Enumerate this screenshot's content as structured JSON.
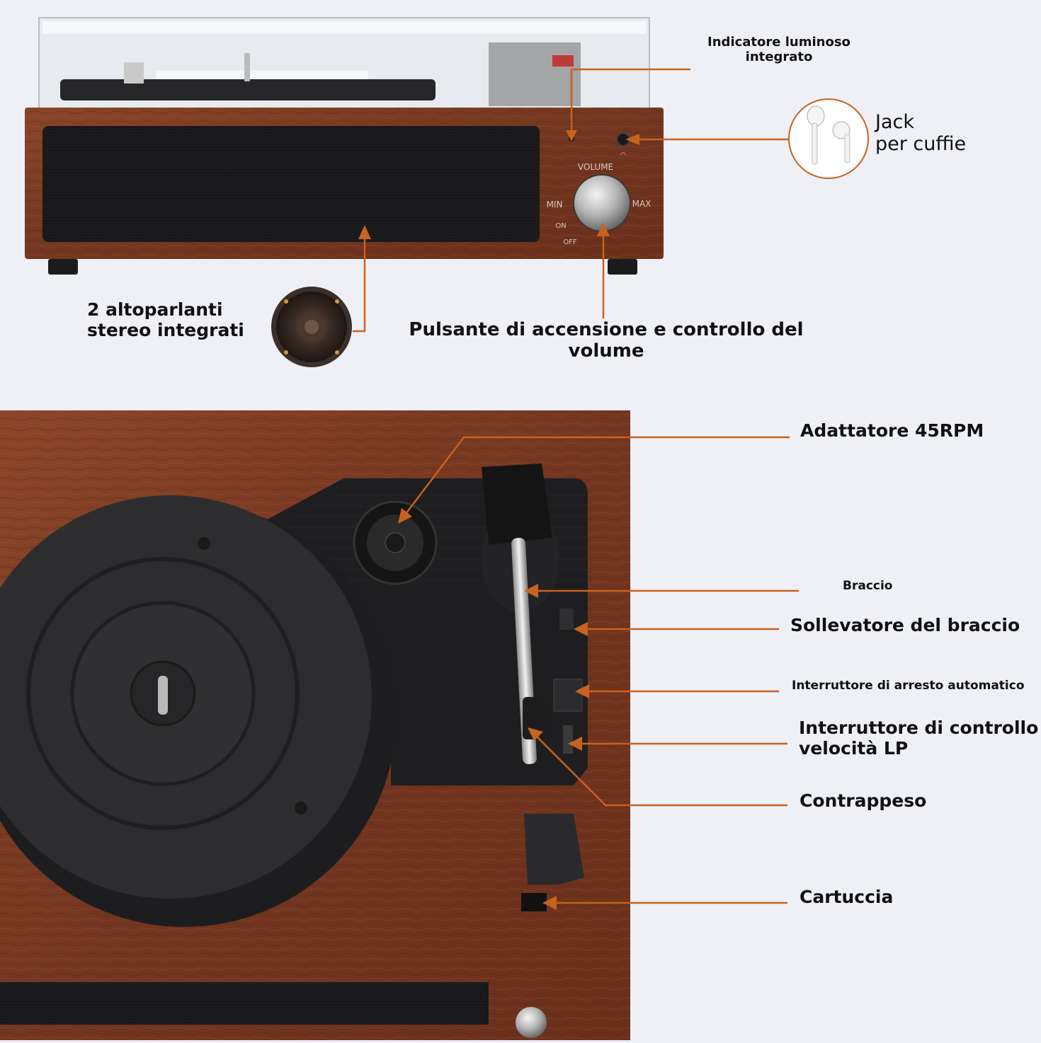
{
  "device_panel": {
    "volume_label": "VOLUME",
    "min_label": "MIN",
    "max_label": "MAX",
    "on_label": "ON",
    "off_label": "OFF"
  },
  "callouts": {
    "indicator": "Indicatore luminoso\nintegrato",
    "headphone": "Jack\nper cuffie",
    "speakers": "2 altoparlanti\nstereo integrati",
    "power_volume": "Pulsante di accensione e controllo del\nvolume",
    "adapter": "Adattatore 45RPM",
    "tonearm": "Braccio",
    "arm_lift": "Sollevatore del braccio",
    "auto_stop": "Interruttore di arresto automatico",
    "speed_switch": "Interruttore di controllo\nvelocità LP",
    "counterweight": "Contrappeso",
    "cartridge": "Cartuccia"
  },
  "colors": {
    "accent": "#c8621f",
    "wood": "#7a3b22",
    "wood_dark": "#5e2a17",
    "grille": "#1b1b1d",
    "platter": "#2c2c2e",
    "background": "#eef0f6"
  }
}
